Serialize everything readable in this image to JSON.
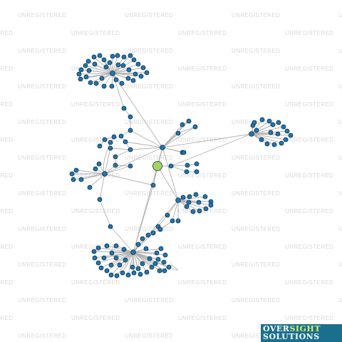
{
  "watermark": {
    "text": "UNREGISTERED",
    "color": "#d9d9d9"
  },
  "colors": {
    "node_fill": "#1f77b4",
    "node_stroke": "#0d2a3a",
    "focus_fill": "#a4d65e",
    "edge": "#b0b0b0"
  },
  "logo": {
    "line1_part1": "OVER",
    "line1_part2": "SIGHT",
    "line2": "SOLUTIONS",
    "background": "#1a6f8f",
    "accent": "#d8f36a"
  },
  "graph": {
    "focus_node": "center",
    "hubs": [
      "top",
      "right",
      "left",
      "mid-right",
      "bottom",
      "upper-center"
    ]
  }
}
